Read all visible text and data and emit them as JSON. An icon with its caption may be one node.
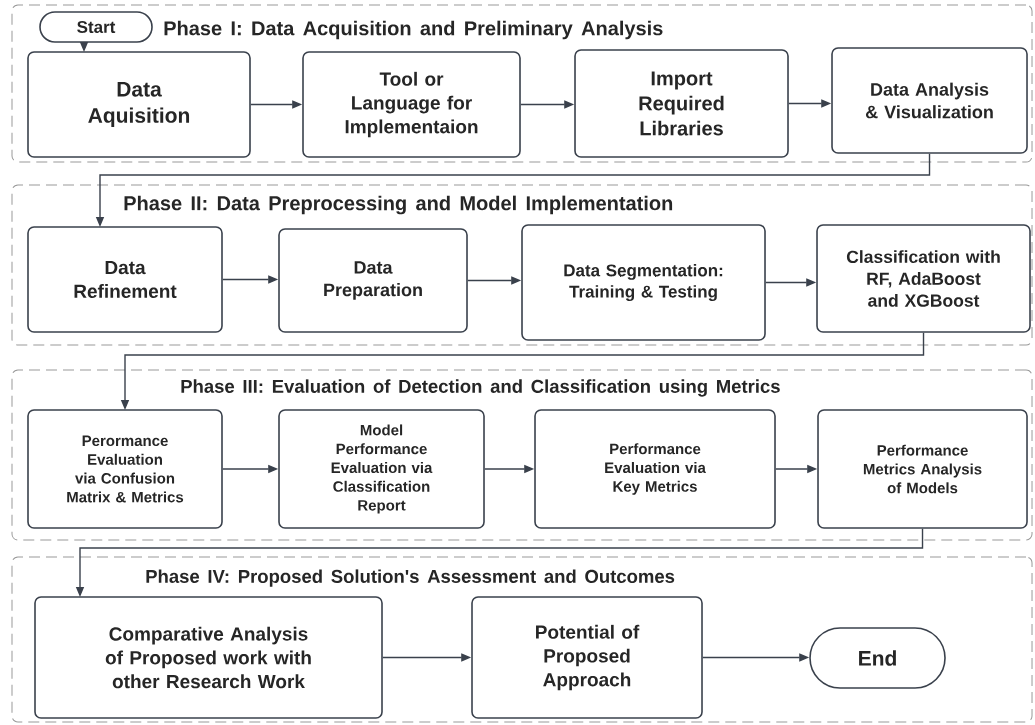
{
  "diagram": {
    "nodes": [
      {
        "text": [
          "Phase I: Data Acquisition and Preliminary Analysis"
        ]
      },
      {
        "text": [
          "Start"
        ],
        "in": 0
      },
      {
        "text": [
          "Data Aquisition"
        ],
        "in": 0
      },
      {
        "text": [
          "Tool or Language for Implementaion"
        ],
        "in": 0
      },
      {
        "text": [
          "Import Required Libraries"
        ],
        "in": 0
      },
      {
        "text": [
          "Data Analysis & Visualization"
        ],
        "in": 0
      },
      {
        "text": [
          "Phase II:  Data Preprocessing and Model Implementation"
        ]
      },
      {
        "text": [
          "Data Refinement"
        ],
        "in": 6
      },
      {
        "text": [
          "Data Preparation"
        ],
        "in": 6
      },
      {
        "text": [
          "Data Segmentation: Training & Testing"
        ],
        "in": 6
      },
      {
        "text": [
          "Classification with RF, AdaBoost and XGBoost"
        ],
        "in": 6
      },
      {
        "text": [
          "Phase III: Evaluation of Detection and Classification using Metrics"
        ]
      },
      {
        "text": [
          "Perormance Evaluation via Confusion Matrix & Metrics"
        ],
        "in": 11
      },
      {
        "text": [
          "Model Performance Evaluation via Classification Report"
        ],
        "in": 11
      },
      {
        "text": [
          "Performance Evaluation via Key Metrics"
        ],
        "in": 11
      },
      {
        "text": [
          "Performance Metrics Analysis of Models"
        ],
        "in": 11
      },
      {
        "text": [
          "Phase IV: Proposed Solution's Assessment and Outcomes"
        ]
      },
      {
        "text": [
          "Comparative Analysis of Proposed work  with other Research Work"
        ],
        "in": 16
      },
      {
        "text": [
          "Potential of Proposed Approach"
        ],
        "in": 16
      },
      {
        "text": [
          "End"
        ],
        "in": 16
      }
    ],
    "edges": [
      {
        "from": 1,
        "to": 2,
        "arrow": "to"
      },
      {
        "from": 2,
        "to": 3,
        "arrow": "to"
      },
      {
        "from": 3,
        "to": 4,
        "arrow": "to"
      },
      {
        "from": 4,
        "to": 5,
        "arrow": "to"
      },
      {
        "from": 5,
        "to": 7,
        "arrow": "to"
      },
      {
        "from": 7,
        "to": 8,
        "arrow": "to"
      },
      {
        "from": 8,
        "to": 9,
        "arrow": "to"
      },
      {
        "from": 9,
        "to": 10,
        "arrow": "to"
      },
      {
        "from": 10,
        "to": 12,
        "arrow": "to"
      },
      {
        "from": 12,
        "to": 13,
        "arrow": "to"
      },
      {
        "from": 13,
        "to": 14,
        "arrow": "to"
      },
      {
        "from": 14,
        "to": 15,
        "arrow": "to"
      },
      {
        "from": 15,
        "to": 17,
        "arrow": "to"
      },
      {
        "from": 17,
        "to": 18,
        "arrow": "to"
      },
      {
        "from": 18,
        "to": 19,
        "arrow": "to"
      }
    ]
  }
}
